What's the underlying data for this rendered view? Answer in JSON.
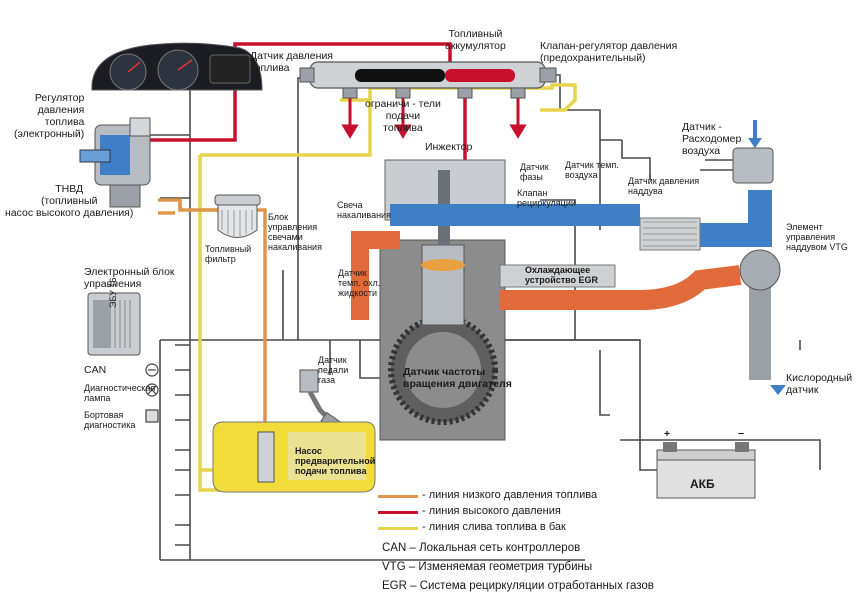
{
  "colors": {
    "low_pressure": "#e0964a",
    "high_pressure": "#c8102e",
    "return": "#e6d34a",
    "wire": "#3a3a3a",
    "block": "#8c8c8c",
    "intake_blue": "#3f7fc6",
    "exhaust_orange": "#e06a3a",
    "tank_yellow": "#f1dc3a"
  },
  "labels": {
    "regulator": "Регулятор\nдавления\nтоплива\n(электронный)",
    "tnvd": "ТНВД\n(топливный\nнасос высокого давления)",
    "pressure_sensor": "Датчик давления\nтоплива",
    "accumulator": "Топливный\nаккумулятор",
    "relief_valve": "Клапан-регулятор давления\n(предохранительный)",
    "limiters": "ограничи - тели\nподачи\nтоплива",
    "injector": "Инжектор",
    "phase_sensor": "Датчик\nфазы",
    "intake_temp": "Датчик темп.\nвоздуха",
    "boost_pressure": "Датчик давления\nнаддува",
    "egr_valve": "Клапан\nрециркуляции",
    "maf": "Датчик -\nРасходомер\nвоздуха",
    "glow_plug": "Свеча\nнакаливания",
    "glow_unit": "Блок\nуправления\nсвечами\nнакаливания",
    "fuel_filter": "Топливный\nфильтр",
    "coolant_temp": "Датчик\nтемп. охл.\nжидкости",
    "egr_cooler": "Охлаждающее\nустройство EGR",
    "vtg": "Элемент\nуправления\nнаддувом VTG",
    "ecu": "Электронный блок\nуправления",
    "ecu_mark": "ЭБУ 16",
    "can": "CAN",
    "diag_lamp": "Диагностическая\nлампа",
    "onboard_diag": "Бортовая\nдиагностика",
    "pedal_sensor": "Датчик\nпедали\nгаза",
    "crank_sensor": "Датчик частоты\nвращения двигателя",
    "lambda": "Кислородный\nдатчик",
    "prepump": "Насос\nпредварительной\nподачи топлива",
    "battery": "АКБ",
    "plus": "+",
    "minus": "−"
  },
  "legend": [
    {
      "text": "- линия низкого давления топлива",
      "color": "#e0964a"
    },
    {
      "text": "- линия высокого давления",
      "color": "#c8102e"
    },
    {
      "text": "- линия слива топлива в бак",
      "color": "#e6d34a"
    }
  ],
  "abbreviations": [
    "CAN – Локальная сеть контроллеров",
    "VTG – Изменяемая геометрия турбины",
    "EGR – Система рециркуляции отработанных газов"
  ]
}
